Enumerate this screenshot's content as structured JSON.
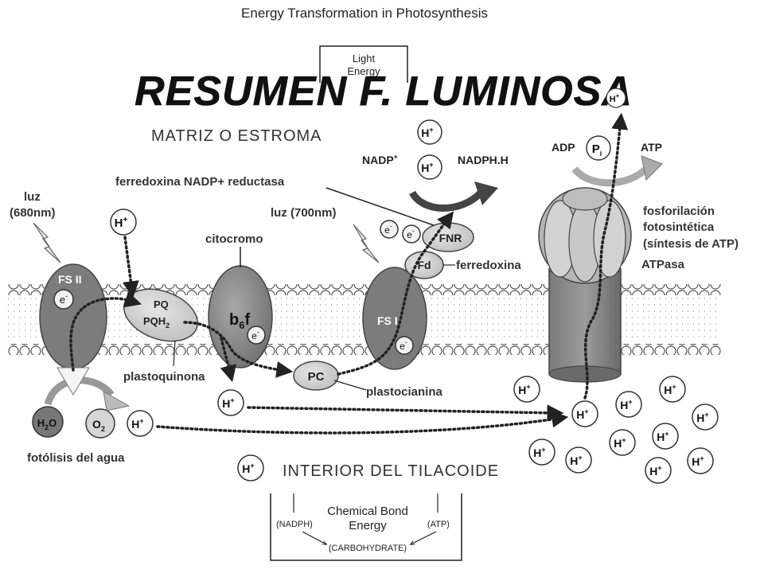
{
  "top_caption": "Energy Transformation in Photosynthesis",
  "light_box": {
    "line1": "Light",
    "line2": "Energy"
  },
  "main_title": "RESUMEN F. LUMINOSA",
  "region_stroma": "MATRIZ O ESTROMA",
  "region_lumen": "INTERIOR DEL TILACOIDE",
  "labels": {
    "fnr_name": "ferredoxina NADP+ reductasa",
    "light_680_a": "luz",
    "light_680_b": "(680nm)",
    "light_700": "luz (700nm)",
    "citocromo": "citocromo",
    "ferredoxina": "ferredoxina",
    "plastocianina": "plastocianina",
    "plastoquinona": "plastoquinona",
    "fotolisis": "fotólisis del agua",
    "atpasa": "ATPasa",
    "fosforilacion_1": "fosforilación",
    "fosforilacion_2": "fotosintética",
    "fosforilacion_3": "(síntesis de ATP)"
  },
  "complexes": {
    "ps2": "FS II",
    "ps1": "FS I",
    "pq": "PQ",
    "pqh2": "PQH",
    "pqh2_sub": "2",
    "b6f_main": "b",
    "b6f_sub": "6",
    "b6f_f": "f",
    "pc": "PC",
    "fd": "Fd",
    "fnr": "FNR"
  },
  "molecules": {
    "h_plus": "H",
    "plus_sign": "+",
    "electron": "e",
    "minus_sign": "-",
    "h2o_h": "H",
    "h2o_sub": "2",
    "h2o_o": "O",
    "o2_o": "O",
    "o2_sub": "2",
    "nadp_plus": "NADP",
    "nadph_h": "NADPH.H",
    "adp": "ADP",
    "pi": "P",
    "pi_sub": "i",
    "atp": "ATP"
  },
  "bottom_box": {
    "title_1": "Chemical Bond",
    "title_2": "Energy",
    "nadph": "(NADPH)",
    "atp": "(ATP)",
    "carb": "(CARBOHYDRATE)"
  }
}
